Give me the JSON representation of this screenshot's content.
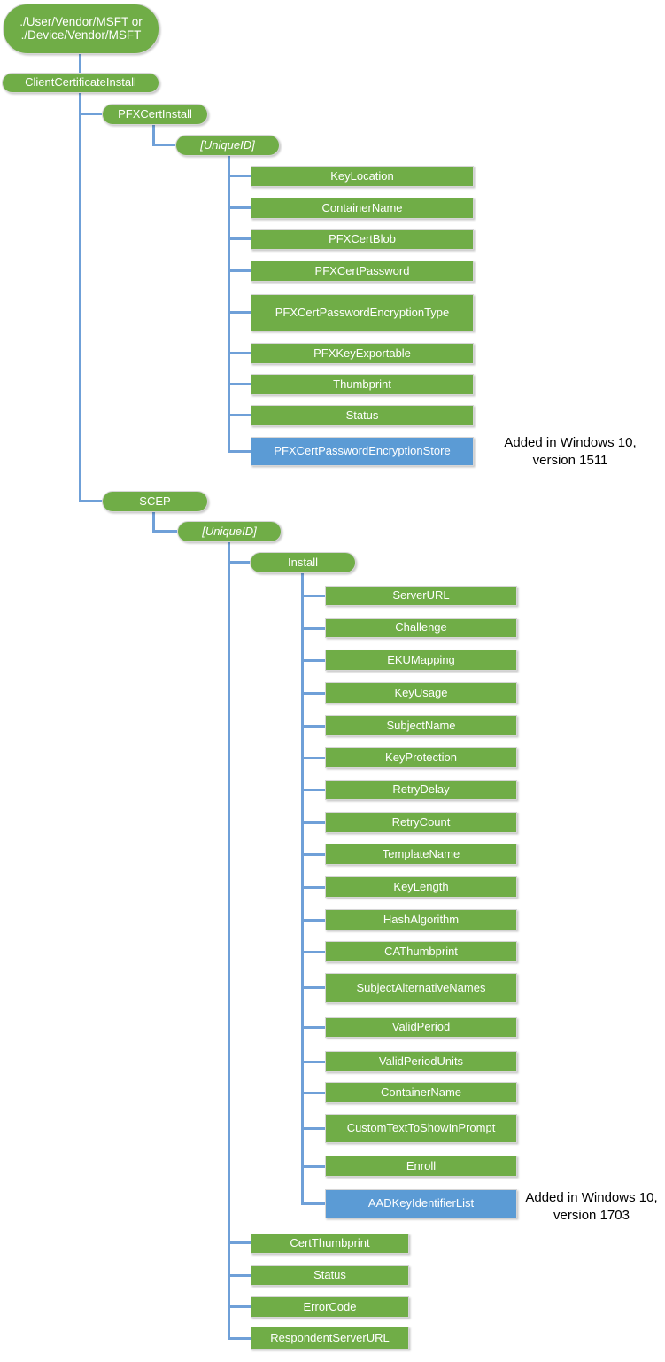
{
  "colors": {
    "node_green": "#70AD47",
    "node_blue": "#5B9BD5",
    "connector_blue": "#6FA0D8",
    "annotation_text": "#000000"
  },
  "tree": {
    "root": {
      "label_line1": "./User/Vendor/MSFT or",
      "label_line2": "./Device/Vendor/MSFT"
    },
    "client_certificate_install": {
      "label": "ClientCertificateInstall"
    },
    "pfx": {
      "label": "PFXCertInstall",
      "unique_id": "[UniqueID]",
      "children": [
        "KeyLocation",
        "ContainerName",
        "PFXCertBlob",
        "PFXCertPassword",
        "PFXCertPasswordEncryptionType",
        "PFXKeyExportable",
        "Thumbprint",
        "Status"
      ],
      "added_child": "PFXCertPasswordEncryptionStore",
      "annotation": {
        "line1": "Added in Windows 10,",
        "line2": "version 1511"
      }
    },
    "scep": {
      "label": "SCEP",
      "unique_id": "[UniqueID]",
      "install": {
        "label": "Install",
        "children": [
          "ServerURL",
          "Challenge",
          "EKUMapping",
          "KeyUsage",
          "SubjectName",
          "KeyProtection",
          "RetryDelay",
          "RetryCount",
          "TemplateName",
          "KeyLength",
          "HashAlgorithm",
          "CAThumbprint",
          "SubjectAlternativeNames",
          "ValidPeriod",
          "ValidPeriodUnits",
          "ContainerName",
          "CustomTextToShowInPrompt",
          "Enroll"
        ],
        "added_child": "AADKeyIdentifierList",
        "annotation": {
          "line1": "Added in Windows 10,",
          "line2": "version 1703"
        }
      },
      "children": [
        "CertThumbprint",
        "Status",
        "ErrorCode",
        "RespondentServerURL"
      ]
    }
  }
}
